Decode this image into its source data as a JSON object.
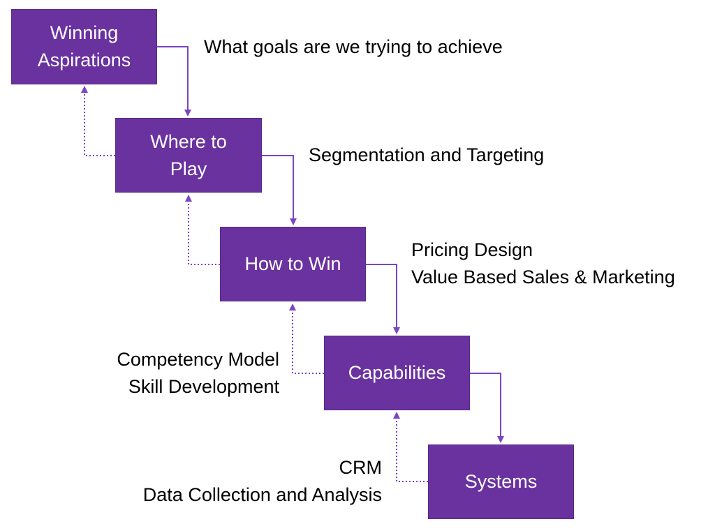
{
  "colors": {
    "box_fill": "#6a329f",
    "connector": "#7b44c2",
    "text_on_box": "#ffffff",
    "note_text": "#000000"
  },
  "steps": [
    {
      "label": "Winning\nAspirations",
      "note": [
        "What goals are we trying to achieve"
      ]
    },
    {
      "label": "Where to\nPlay",
      "note": [
        "Segmentation and Targeting"
      ]
    },
    {
      "label": "How to Win",
      "note": [
        "Pricing Design",
        "Value Based Sales & Marketing"
      ]
    },
    {
      "label": "Capabilities",
      "note": [
        "Competency Model",
        "Skill Development"
      ]
    },
    {
      "label": "Systems",
      "note": [
        "CRM",
        "Data Collection and Analysis"
      ]
    }
  ]
}
